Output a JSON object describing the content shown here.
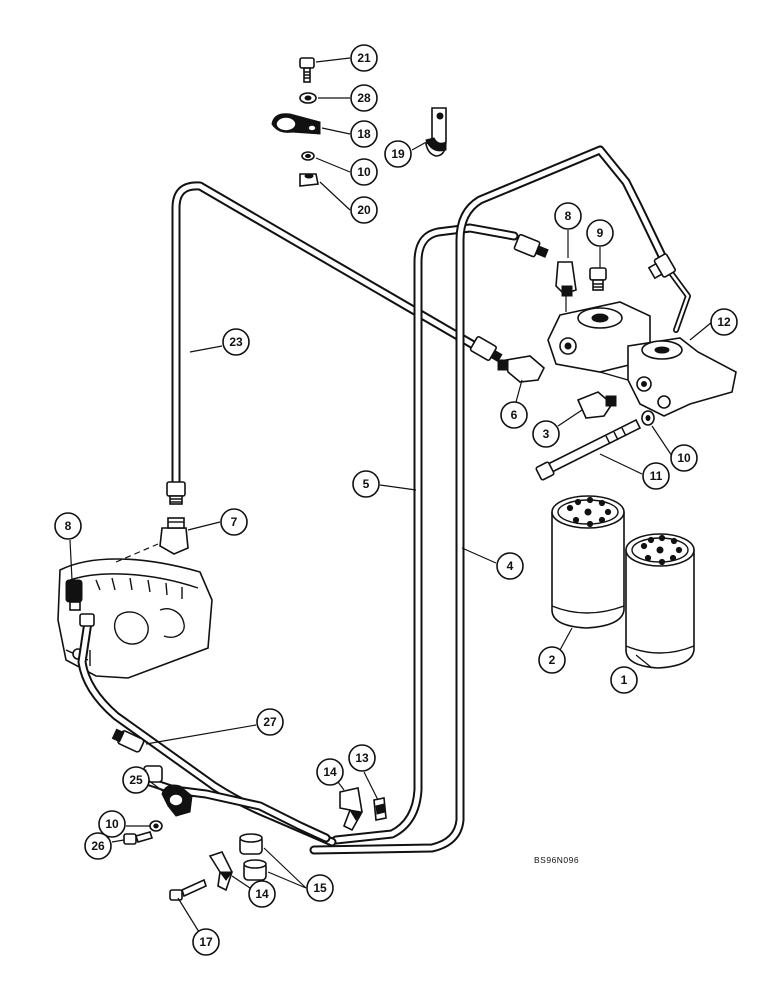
{
  "diagram": {
    "drawing_code": "BS96N096",
    "callouts": [
      {
        "id": "c21",
        "label": "21"
      },
      {
        "id": "c28",
        "label": "28"
      },
      {
        "id": "c18",
        "label": "18"
      },
      {
        "id": "c19",
        "label": "19"
      },
      {
        "id": "c10a",
        "label": "10"
      },
      {
        "id": "c20",
        "label": "20"
      },
      {
        "id": "c8a",
        "label": "8"
      },
      {
        "id": "c9",
        "label": "9"
      },
      {
        "id": "c12",
        "label": "12"
      },
      {
        "id": "c23",
        "label": "23"
      },
      {
        "id": "c6",
        "label": "6"
      },
      {
        "id": "c3",
        "label": "3"
      },
      {
        "id": "c10b",
        "label": "10"
      },
      {
        "id": "c11",
        "label": "11"
      },
      {
        "id": "c5",
        "label": "5"
      },
      {
        "id": "c8b",
        "label": "8"
      },
      {
        "id": "c7",
        "label": "7"
      },
      {
        "id": "c4",
        "label": "4"
      },
      {
        "id": "c2",
        "label": "2"
      },
      {
        "id": "c1",
        "label": "1"
      },
      {
        "id": "c27",
        "label": "27"
      },
      {
        "id": "c13",
        "label": "13"
      },
      {
        "id": "c14a",
        "label": "14"
      },
      {
        "id": "c25",
        "label": "25"
      },
      {
        "id": "c10c",
        "label": "10"
      },
      {
        "id": "c26",
        "label": "26"
      },
      {
        "id": "c15",
        "label": "15"
      },
      {
        "id": "c14b",
        "label": "14"
      },
      {
        "id": "c17",
        "label": "17"
      }
    ]
  }
}
